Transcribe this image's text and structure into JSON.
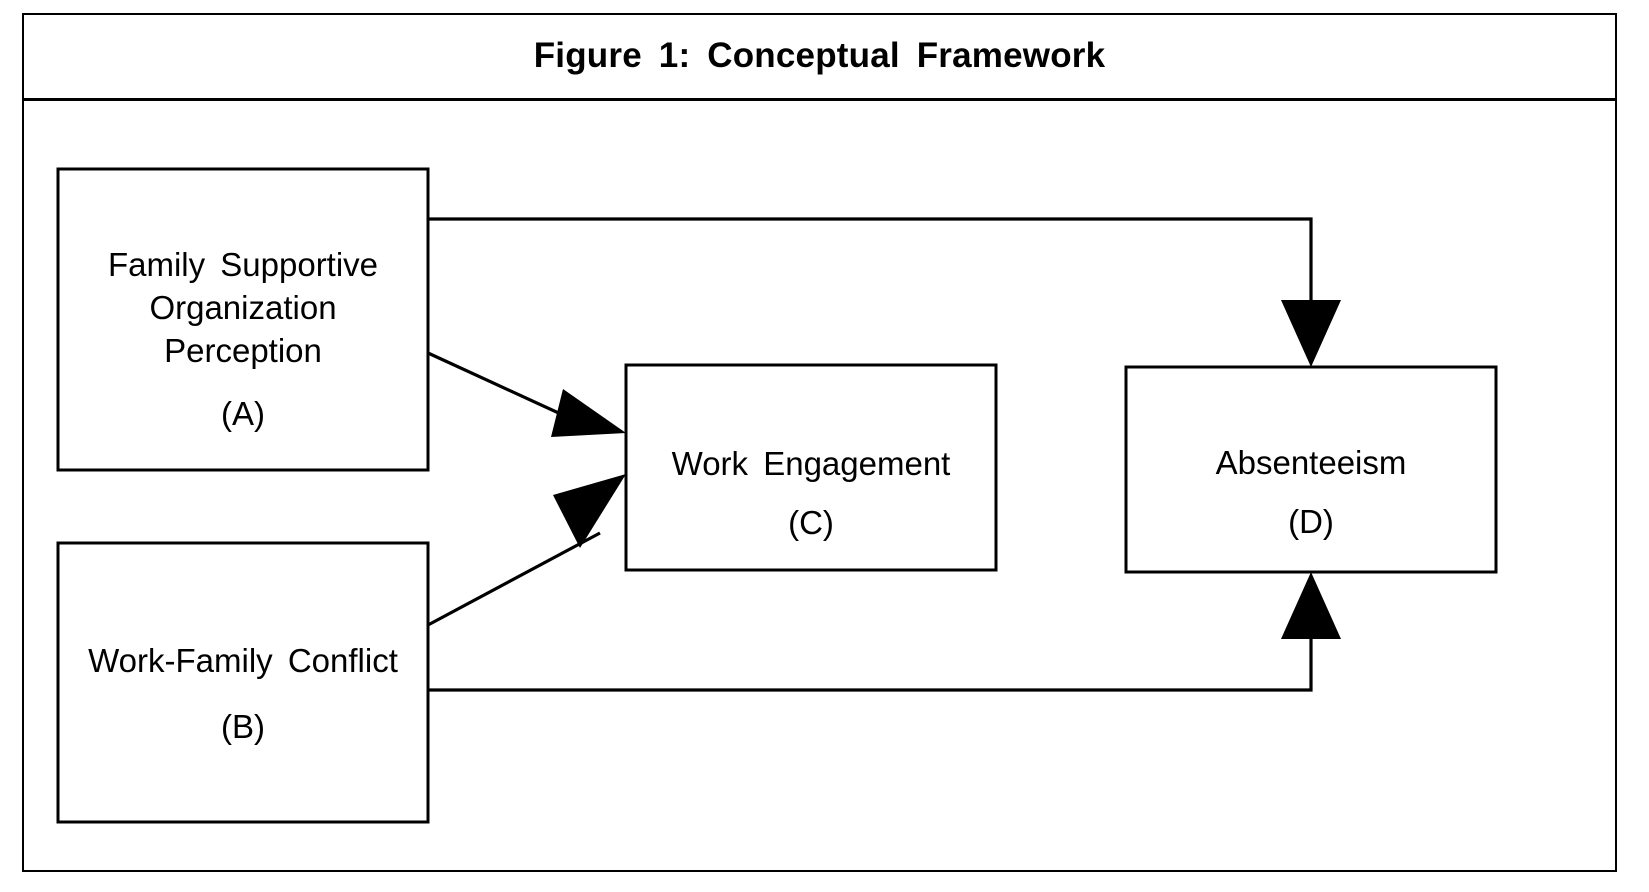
{
  "figure": {
    "title": "Figure 1: Conceptual Framework",
    "background_color": "#ffffff",
    "line_color": "#000000"
  },
  "nodes": [
    {
      "id": "A",
      "name": "family-supportive-organization-perception",
      "lines": [
        "Family  Supportive",
        "Organization",
        "Perception"
      ],
      "label": "(A)",
      "line1": "Family  Supportive",
      "line2": "Organization",
      "line3": "Perception"
    },
    {
      "id": "B",
      "name": "work-family-conflict",
      "lines": [
        "Work-Family  Conflict"
      ],
      "label": "(B)",
      "line1": "Work-Family  Conflict"
    },
    {
      "id": "C",
      "name": "work-engagement",
      "lines": [
        "Work  Engagement"
      ],
      "label": "(C)",
      "line1": "Work  Engagement"
    },
    {
      "id": "D",
      "name": "absenteeism",
      "lines": [
        "Absenteeism"
      ],
      "label": "(D)",
      "line1": "Absenteeism"
    }
  ],
  "edges": [
    {
      "from": "A",
      "to": "D",
      "name": "edge-a-to-d",
      "style": "orthogonal-top"
    },
    {
      "from": "A",
      "to": "C",
      "name": "edge-a-to-c",
      "style": "diagonal-down"
    },
    {
      "from": "B",
      "to": "C",
      "name": "edge-b-to-c",
      "style": "diagonal-up"
    },
    {
      "from": "B",
      "to": "D",
      "name": "edge-b-to-d",
      "style": "orthogonal-bottom"
    }
  ]
}
